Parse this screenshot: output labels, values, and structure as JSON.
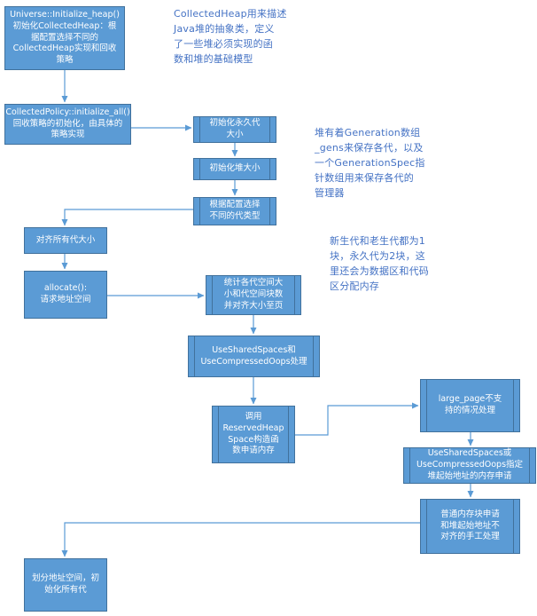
{
  "colors": {
    "box_fill": "#5b9bd5",
    "box_border": "#41719c",
    "box_text": "#ffffff",
    "note_text": "#4472c4",
    "connector": "#5b9bd5"
  },
  "boxes": {
    "initialize_heap": "Universe::Initialize_heap()\n初始化CollectedHeap：根\n据配置选择不同的\nCollectedHeap实现和回收\n策略",
    "initialize_all": "CollectedPolicy::initialize_all()\n回收策略的初始化，由具体的\n策略实现",
    "perm_size": "初始化永久代\n大小",
    "heap_size": "初始化堆大小",
    "gen_type": "根据配置选择\n不同的代类型",
    "align_gens": "对齐所有代大小",
    "allocate": "allocate():\n请求地址空间",
    "stat_space": "统计各代空间大\n小和代空间块数\n并对齐大小至页",
    "shared_compressed": "UseSharedSpaces和\nUseCompressedOops处理",
    "reserved_heap": "调用\nReservedHeap\nSpace构造函\n数申请内存",
    "large_page": "large_page不支\n持的情况处理",
    "start_addr": "UseSharedSpaces或\nUseCompressedOops指定\n堆起始地址的内存申请",
    "normal_alloc": "普通内存块申请\n和堆起始地址不\n对齐的手工处理",
    "partition": "划分地址空间，初\n始化所有代"
  },
  "notes": {
    "collected_heap": "CollectedHeap用来描述\nJava堆的抽象类，定义\n了一些堆必须实现的函\n数和堆的基础模型",
    "generation_array": "堆有着Generation数组\n_gens来保存各代，以及\n一个GenerationSpec指\n针数组用来保存各代的\n管理器",
    "block_count": "新生代和老生代都为1\n块，永久代为2块，这\n里还会为数据区和代码\n区分配内存"
  }
}
